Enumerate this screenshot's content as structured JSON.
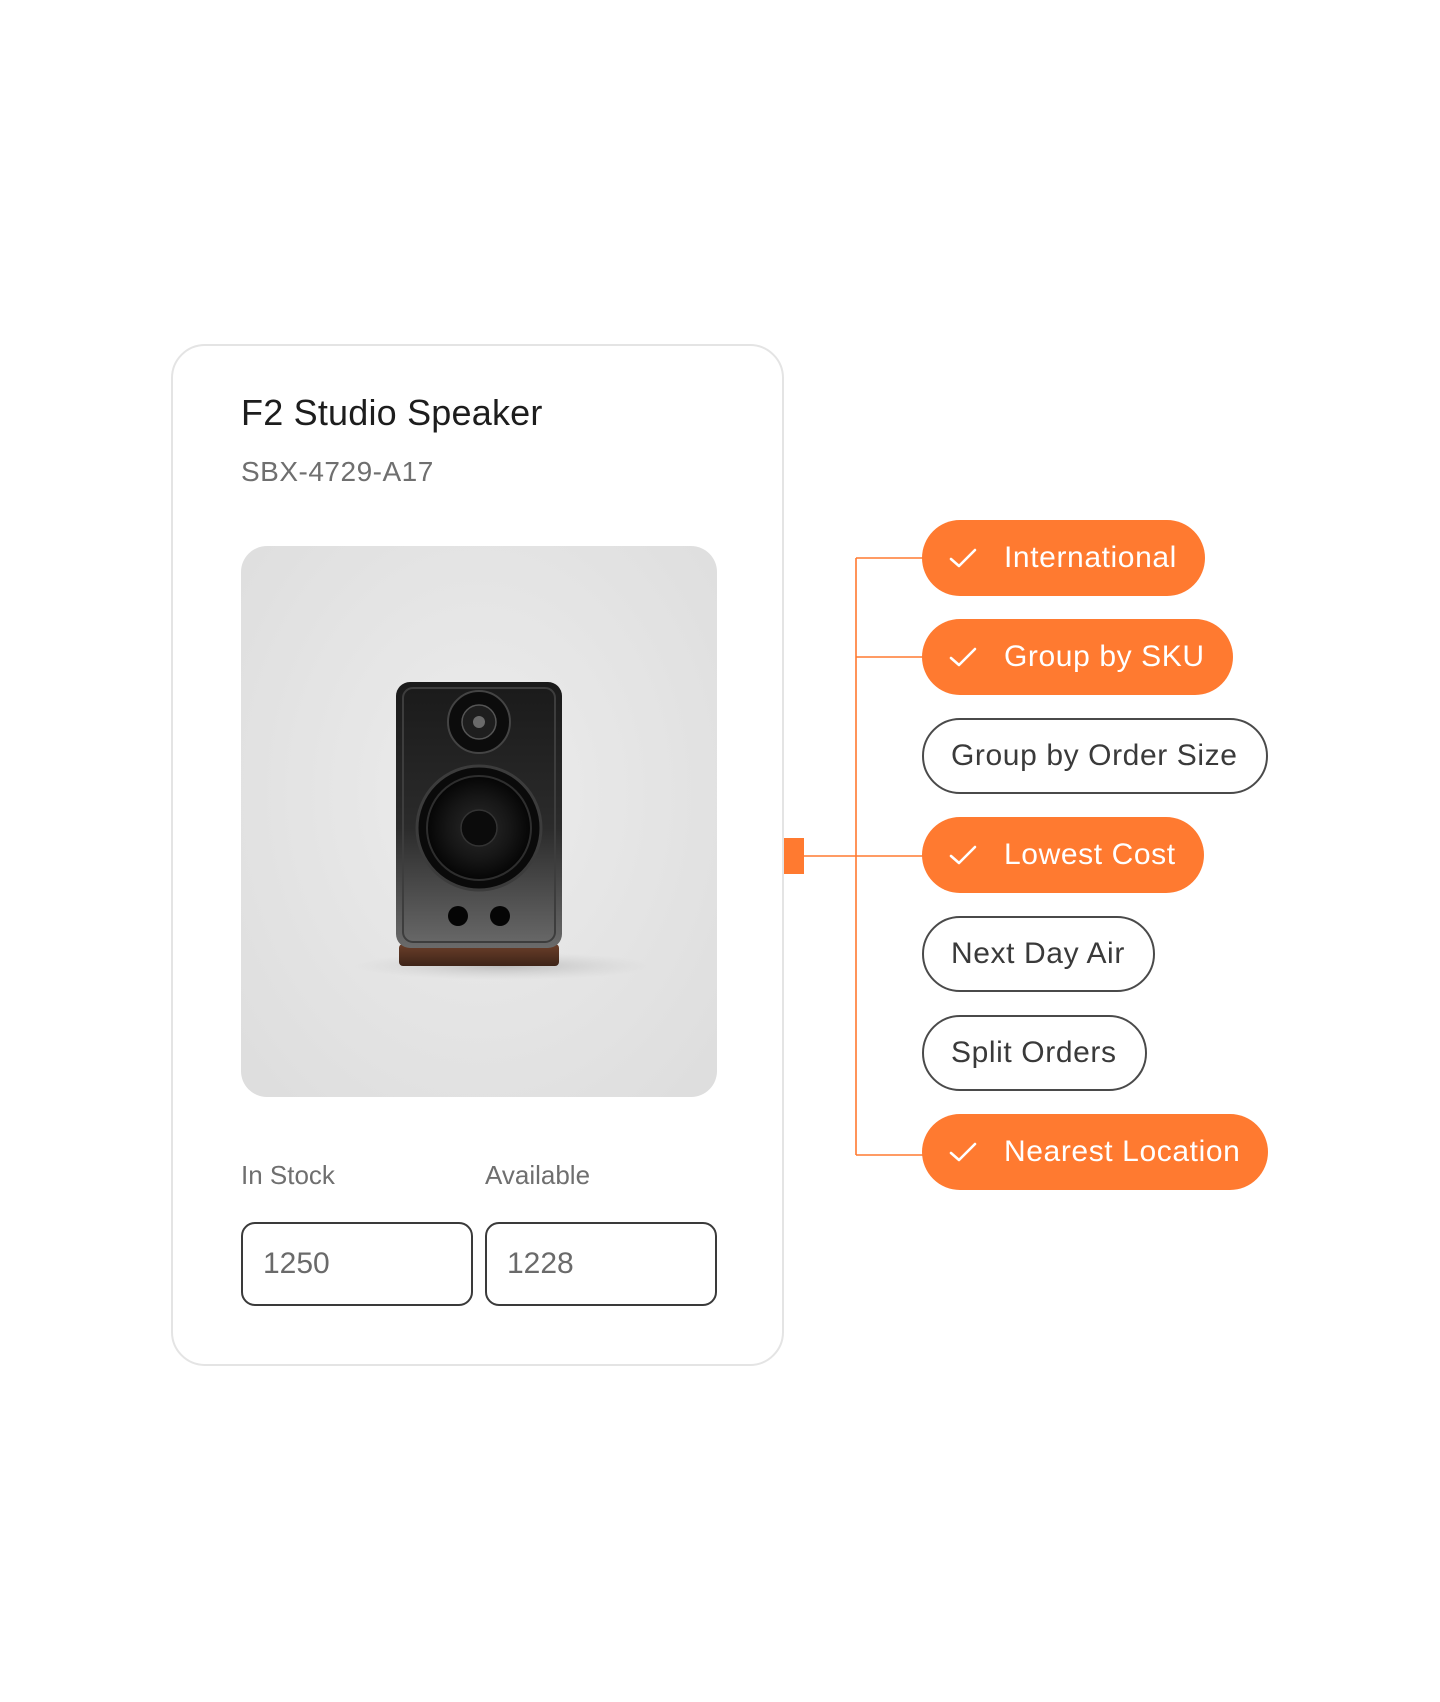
{
  "product": {
    "title": "F2 Studio Speaker",
    "sku": "SBX-4729-A17",
    "image_icon": "speaker-image"
  },
  "stock": {
    "in_stock_label": "In Stock",
    "in_stock_value": "1250",
    "available_label": "Available",
    "available_value": "1228"
  },
  "rules": [
    {
      "label": "International",
      "selected": true
    },
    {
      "label": "Group by SKU",
      "selected": true
    },
    {
      "label": "Group by Order Size",
      "selected": false
    },
    {
      "label": "Lowest Cost",
      "selected": true
    },
    {
      "label": "Next Day Air",
      "selected": false
    },
    {
      "label": "Split Orders",
      "selected": false
    },
    {
      "label": "Nearest Location",
      "selected": true
    }
  ],
  "colors": {
    "accent": "#ff7a30",
    "card_border": "#e4e4e4",
    "inactive_border": "#4a4a4a"
  },
  "icons": {
    "check": "check-icon",
    "connector": "connector-node"
  }
}
